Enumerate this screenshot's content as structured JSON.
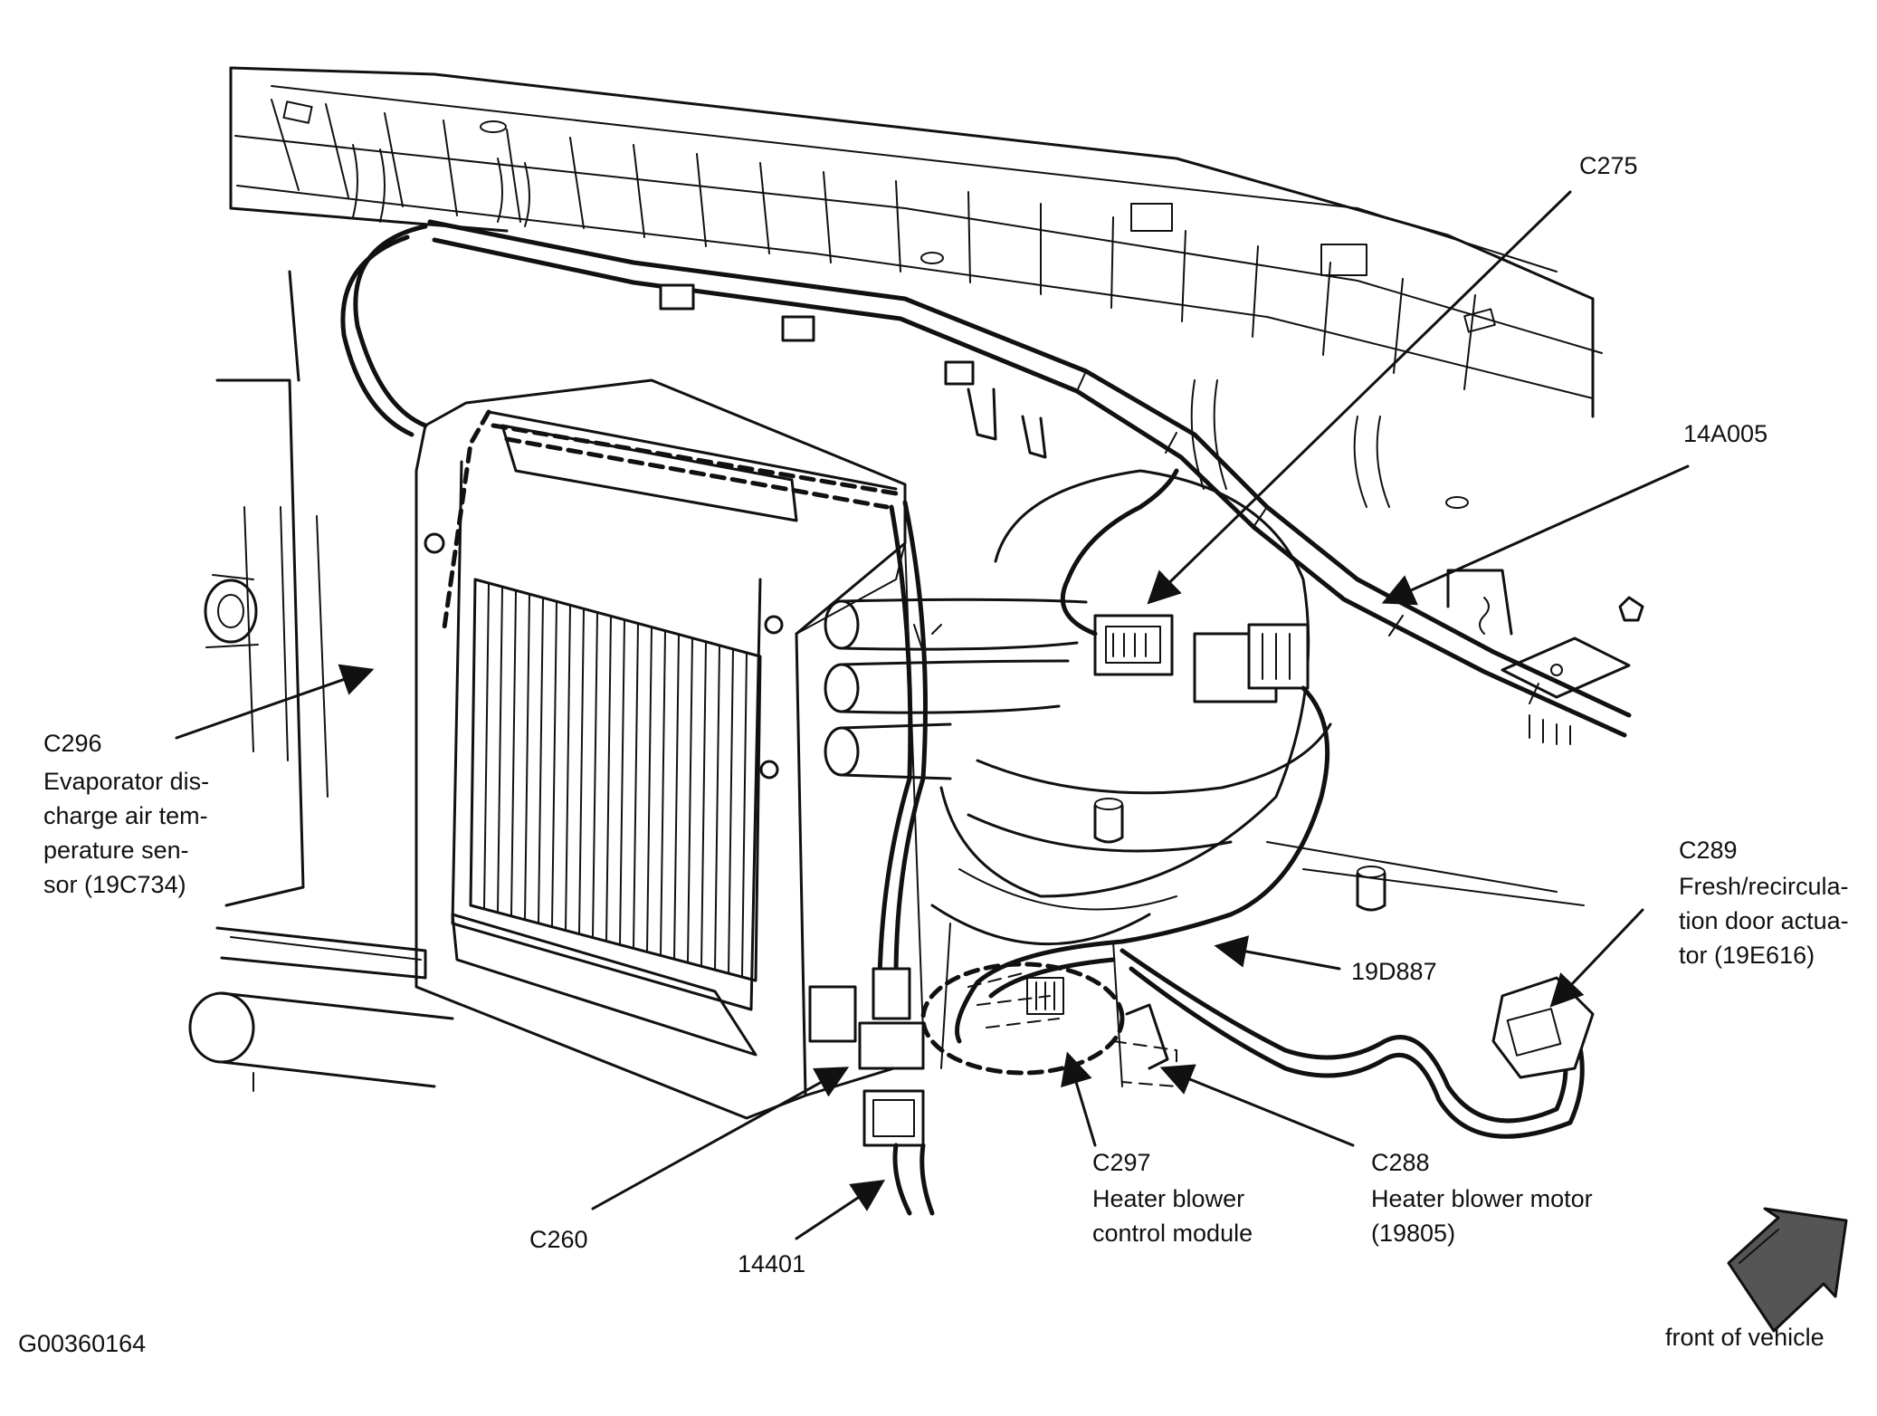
{
  "labels": {
    "c275": "C275",
    "a14005": "14A005",
    "c296_code": "C296",
    "c296_desc": [
      "Evaporator dis-",
      "charge air tem-",
      "perature sen-",
      "sor (19C734)"
    ],
    "c289_code": "C289",
    "c289_desc": [
      "Fresh/recircula-",
      "tion door actua-",
      "tor (19E616)"
    ],
    "d19887": "19D887",
    "c297_code": "C297",
    "c297_desc": [
      "Heater blower",
      "control module"
    ],
    "c288_code": "C288",
    "c288_desc": [
      "Heater blower motor",
      "(19805)"
    ],
    "c260": "C260",
    "n14401": "14401",
    "figure_id": "G00360164",
    "front_of_vehicle": "front of vehicle"
  },
  "colors": {
    "line": "#111111",
    "background": "#ffffff",
    "arrow_fill": "#555555"
  }
}
